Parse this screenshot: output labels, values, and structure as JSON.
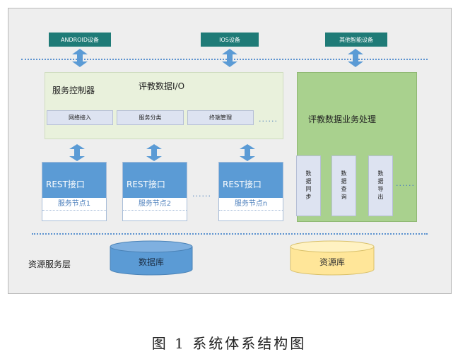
{
  "devices": [
    "ANDROID设备",
    "IOS设备",
    "其他智能设备"
  ],
  "controller": {
    "title": "服务控制器",
    "io_label": "评教数据I/O",
    "modules": [
      "网络接入",
      "服务分类",
      "终端管理"
    ],
    "ellipsis": "......"
  },
  "business": {
    "title": "评教数据业务处理",
    "modules": [
      "数据同步",
      "数据查询",
      "数据导出"
    ],
    "ellipsis": "......"
  },
  "nodes": [
    {
      "header": "REST接口",
      "label": "服务节点1"
    },
    {
      "header": "REST接口",
      "label": "服务节点2"
    },
    {
      "header": "REST接口",
      "label": "服务节点n"
    }
  ],
  "node_ellipsis": "......",
  "resource_layer": {
    "label": "资源服务层",
    "database": "数据库",
    "repository": "资源库"
  },
  "colors": {
    "device": "#1f7b77",
    "rest": "#5b9bd5",
    "business": "#a9d18e",
    "controller": "#e9f1dc",
    "repository": "#ffe699"
  },
  "caption": "图 1  系统体系结构图"
}
